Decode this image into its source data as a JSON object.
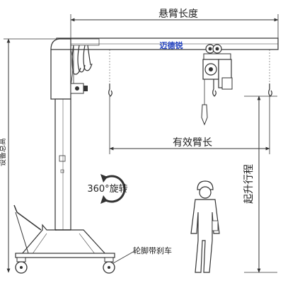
{
  "labels": {
    "boom_length": "悬臂长度",
    "brand": "迈德锐",
    "effective_arm_length": "有效臂长",
    "rotation": "360°旋转",
    "lift_stroke": "起升行程",
    "total_height": "设备总高",
    "wheel_brake": "轮脚带刹车"
  },
  "colors": {
    "line": "#333333",
    "brand": "#1f3fbf"
  }
}
